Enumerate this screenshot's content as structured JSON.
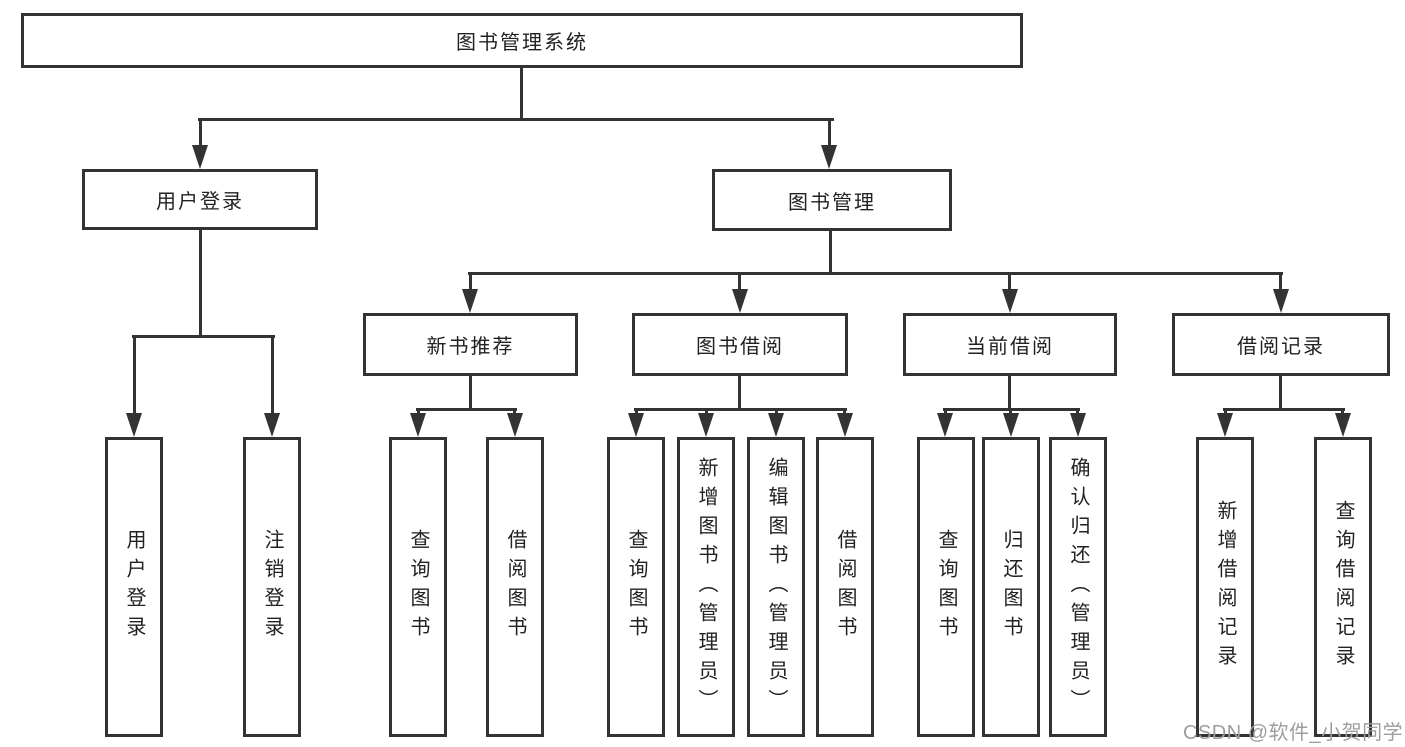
{
  "tree": {
    "root": {
      "label": "图书管理系统",
      "children": [
        {
          "label": "用户登录",
          "children": [
            {
              "label": "用户登录"
            },
            {
              "label": "注销登录"
            }
          ]
        },
        {
          "label": "图书管理",
          "children": [
            {
              "label": "新书推荐",
              "children": [
                {
                  "label": "查询图书"
                },
                {
                  "label": "借阅图书"
                }
              ]
            },
            {
              "label": "图书借阅",
              "children": [
                {
                  "label": "查询图书"
                },
                {
                  "label": "新增图书（管理员）"
                },
                {
                  "label": "编辑图书（管理员）"
                },
                {
                  "label": "借阅图书"
                }
              ]
            },
            {
              "label": "当前借阅",
              "children": [
                {
                  "label": "查询图书"
                },
                {
                  "label": "归还图书"
                },
                {
                  "label": "确认归还（管理员）"
                }
              ]
            },
            {
              "label": "借阅记录",
              "children": [
                {
                  "label": "新增借阅记录"
                },
                {
                  "label": "查询借阅记录"
                }
              ]
            }
          ]
        }
      ]
    }
  },
  "watermark": {
    "text": "CSDN @软件_小贺同学"
  },
  "colors": {
    "line": "#333333",
    "box_border": "#333333",
    "text": "#222222",
    "watermark": "#9e9e9e",
    "background": "#ffffff"
  }
}
